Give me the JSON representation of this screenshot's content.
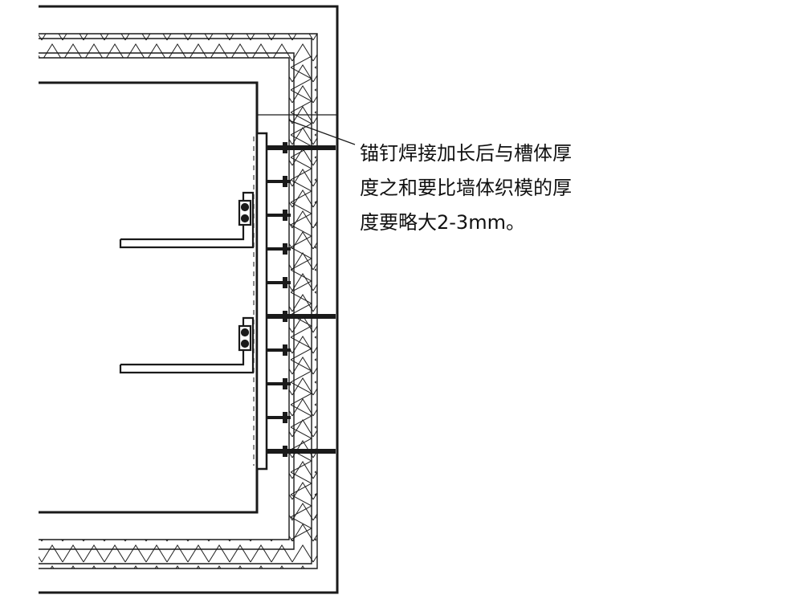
{
  "annotation": {
    "lines": [
      "锚钉焊接加长后与槽体厚",
      "度之和要比墙体织模的厚",
      "度要略大2-3mm。"
    ]
  },
  "colors": {
    "line": "#1a1a1a",
    "background": "#ffffff"
  }
}
